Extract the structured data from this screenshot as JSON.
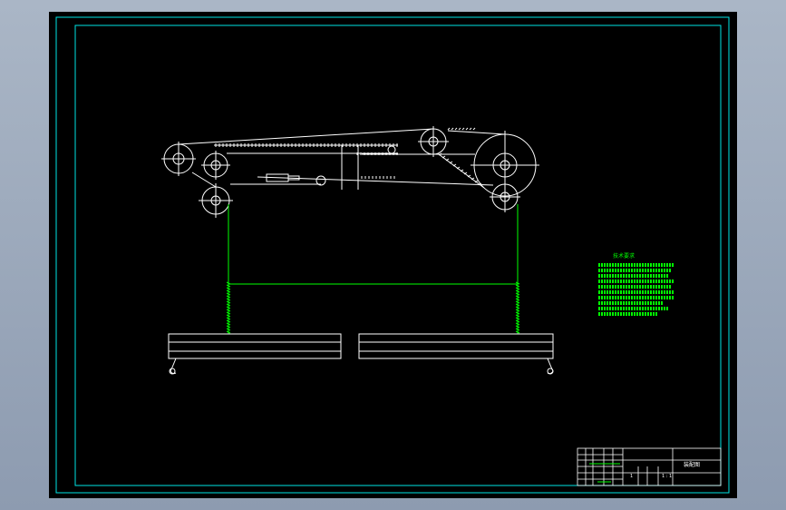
{
  "drawing": {
    "background": "#000000",
    "frame_color": "#00e5e5",
    "line_color": "#ffffff",
    "accent_color": "#00ff00",
    "notes_block": {
      "heading": "技术要求"
    },
    "title_block": {
      "drawing_name": "装配图",
      "cell_a": "1",
      "cell_b": "1 : 1"
    }
  }
}
